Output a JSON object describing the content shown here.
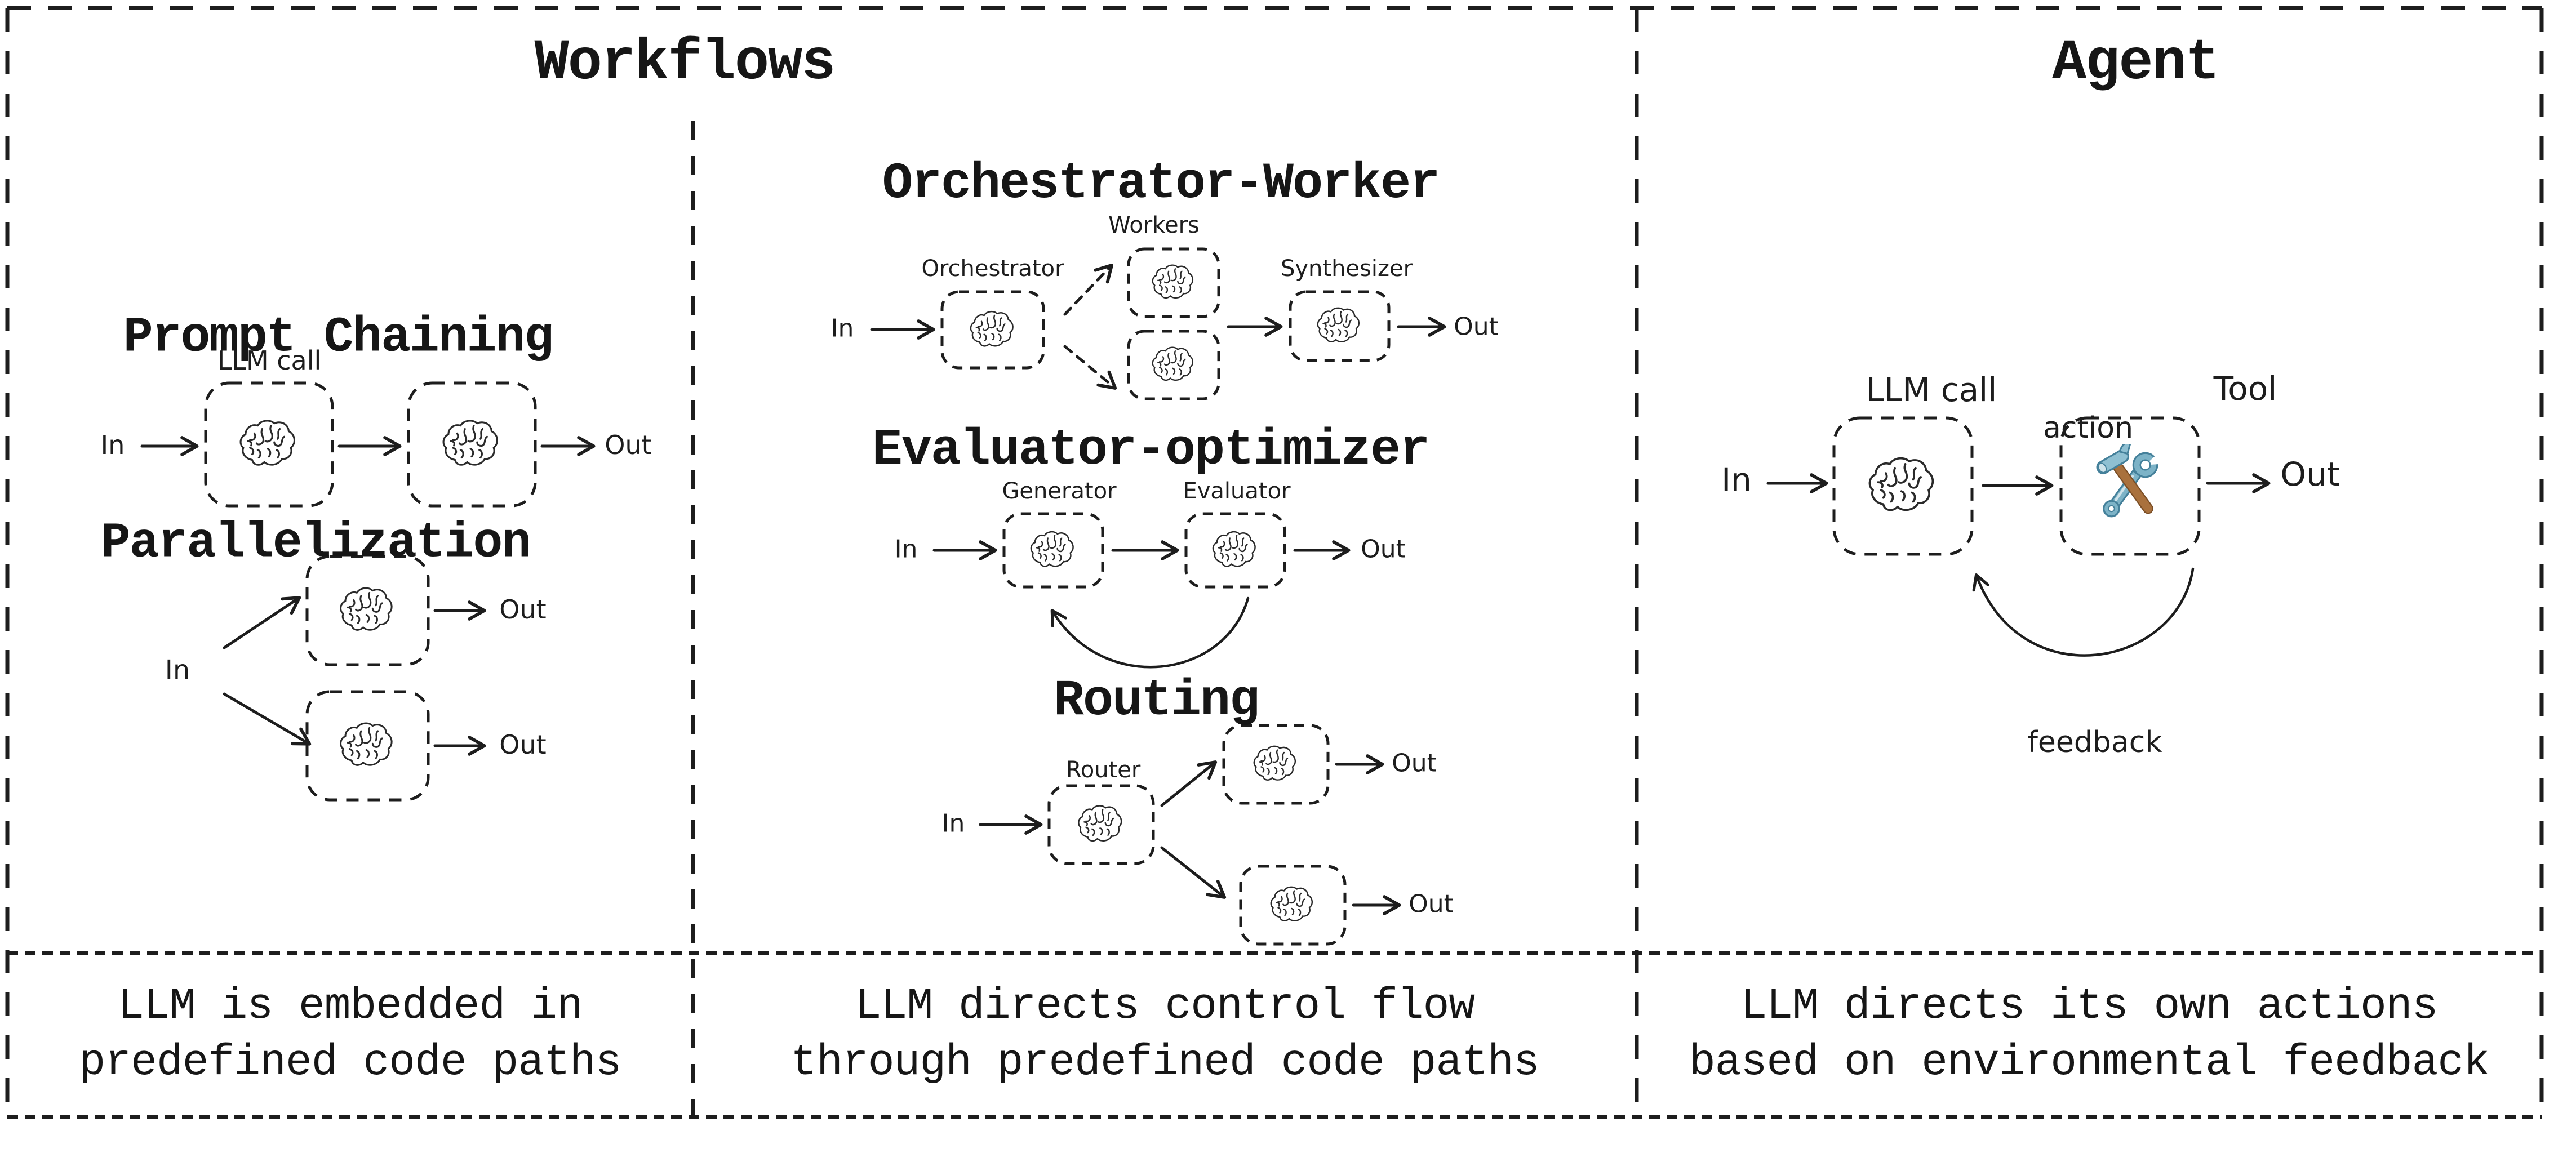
{
  "workflows": {
    "title": "Workflows",
    "prompt_chaining": {
      "title": "Prompt Chaining",
      "box_label": "LLM call",
      "in": "In",
      "out": "Out"
    },
    "parallelization": {
      "title": "Parallelization",
      "in": "In",
      "out_top": "Out",
      "out_bottom": "Out"
    },
    "orchestrator_worker": {
      "title": "Orchestrator-Worker",
      "workers_label": "Workers",
      "orchestrator_label": "Orchestrator",
      "synthesizer_label": "Synthesizer",
      "in": "In",
      "out": "Out"
    },
    "evaluator_optimizer": {
      "title": "Evaluator-optimizer",
      "generator_label": "Generator",
      "evaluator_label": "Evaluator",
      "in": "In",
      "out": "Out"
    },
    "routing": {
      "title": "Routing",
      "router_label": "Router",
      "in": "In",
      "out_top": "Out",
      "out_bottom": "Out"
    },
    "caption_left": {
      "line1": "LLM is embedded in",
      "line2": "predefined code paths"
    },
    "caption_middle": {
      "line1": "LLM directs control flow",
      "line2": "through predefined code paths"
    }
  },
  "agent": {
    "title": "Agent",
    "llm_call_label": "LLM call",
    "tool_label": "Tool",
    "action_label": "action",
    "feedback_label": "feedback",
    "in": "In",
    "out": "Out",
    "caption": {
      "line1": "LLM directs its own actions",
      "line2": "based on environmental feedback"
    }
  },
  "icons": {
    "brain": "brain-sketch-icon",
    "tool": "hammer-wrench-icon"
  },
  "colors": {
    "ink": "#1d1d1d",
    "wrench_teal": "#7db3c7",
    "wrench_teal_dark": "#44809a",
    "hammer_handle_brown": "#a9713d"
  }
}
